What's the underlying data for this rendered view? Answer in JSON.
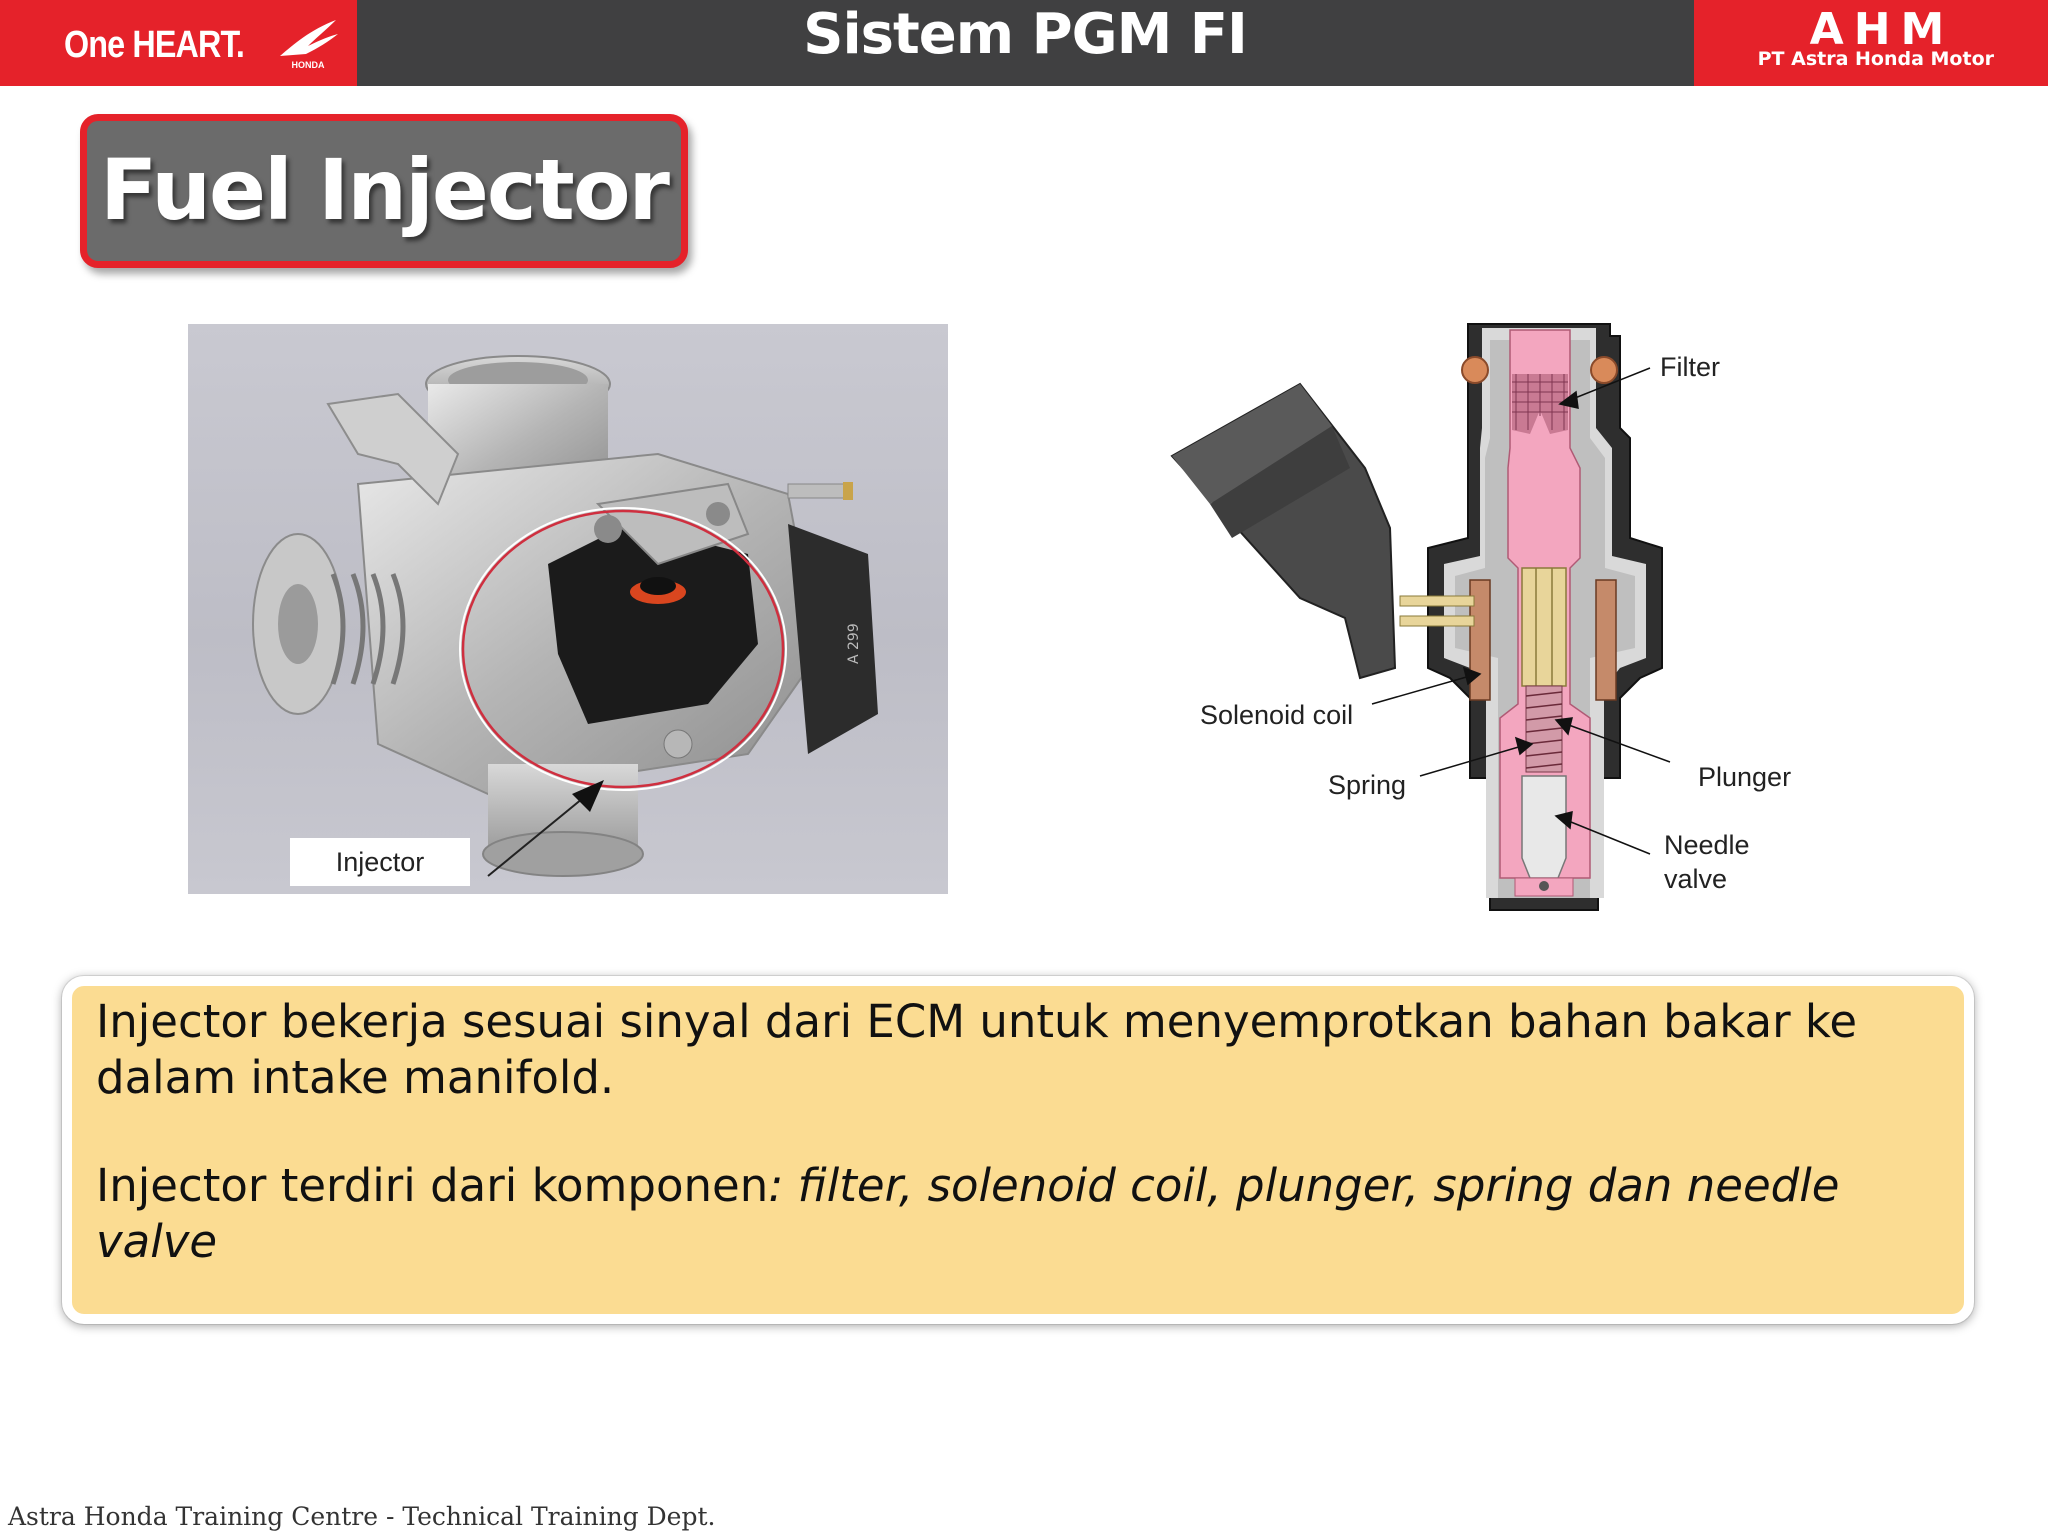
{
  "header": {
    "brand_left": "One HEART.",
    "brand_left_mark": "HONDA",
    "title": "Sistem PGM FI",
    "brand_right": "AHM",
    "brand_right_subtitle": "PT Astra Honda Motor"
  },
  "slide": {
    "title": "Fuel Injector"
  },
  "photo": {
    "label": "Injector",
    "part_marking": "A 299"
  },
  "diagram": {
    "labels": {
      "filter": "Filter",
      "solenoid_coil": "Solenoid coil",
      "spring": "Spring",
      "plunger": "Plunger",
      "needle_valve_line1": "Needle",
      "needle_valve_line2": "valve"
    }
  },
  "description": {
    "paragraph1": "Injector bekerja sesuai sinyal dari ECM untuk menyemprotkan bahan bakar ke dalam intake manifold.",
    "paragraph2_prefix": "Injector terdiri dari komponen",
    "paragraph2_italic": ": filter, solenoid coil, plunger, spring dan needle valve"
  },
  "footer": {
    "text": "Astra Honda Training Centre - Technical Training Dept."
  },
  "colors": {
    "brand_red": "#e5222a",
    "header_dark": "#404041",
    "title_box_gray": "#6b6b6b",
    "description_fill": "#fbdc92",
    "fuel_pink": "#f3a6bf"
  }
}
